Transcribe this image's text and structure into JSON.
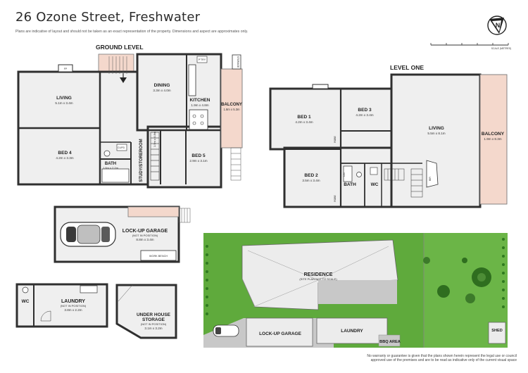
{
  "header": {
    "title": "26 Ozone Street, Freshwater",
    "disclaimer": "Plans are indicative of layout and should not be taken as an exact representation of the property. Dimensions and aspect are approximates only."
  },
  "compass": {
    "letter": "N"
  },
  "scale": {
    "label": "SCALE (METRES)"
  },
  "levels": {
    "ground": "GROUND LEVEL",
    "one": "LEVEL ONE"
  },
  "rooms": {
    "living": {
      "name": "LIVING",
      "dim": "5.1m x 3.4m"
    },
    "dining": {
      "name": "DINING",
      "dim": "3.3m x 4.0m"
    },
    "kitchen": {
      "name": "KITCHEN",
      "dim": "1.9m x 4.8m"
    },
    "balcony_ground": {
      "name": "BALCONY",
      "dim": "1.8m x 5.3m"
    },
    "bed4": {
      "name": "BED 4",
      "dim": "4.2m x 3.3m"
    },
    "bath_ground": {
      "name": "BATH",
      "dim": "1.6m x 2.2m"
    },
    "study": {
      "name": "STUDY/STOREROOM",
      "dim": "1.5m x 4.8m"
    },
    "bed5": {
      "name": "BED 5",
      "dim": "2.9m x 3.1m"
    },
    "bed1": {
      "name": "BED 1",
      "dim": "4.2m x 3.4m"
    },
    "bed3": {
      "name": "BED 3",
      "dim": "4.2m x 3.4m"
    },
    "living_one": {
      "name": "LIVING",
      "dim": "5.5m x 8.1m"
    },
    "balcony_one": {
      "name": "BALCONY",
      "dim": "1.9m x 8.3m"
    },
    "bed2": {
      "name": "BED 2",
      "dim": "3.5m x 3.4m"
    },
    "bath_one": {
      "name": "BATH"
    },
    "wc_one": {
      "name": "WC"
    },
    "garage": {
      "name": "LOCK-UP GARAGE",
      "note": "(NOT IN POSITION)",
      "dim": "8.8m x 3.4m"
    },
    "laundry": {
      "name": "LAUNDRY",
      "note": "(NOT IN POSITION)",
      "dim": "3.8m x 2.2m"
    },
    "wc_laundry": {
      "name": "WC"
    },
    "storage": {
      "name": "UNDER HOUSE",
      "name2": "STORAGE",
      "note": "(NOT IN POSITION)",
      "dim": "3.1m x 3.2m"
    }
  },
  "small_labels": {
    "fp": "FP",
    "storage_ground": "STORAGE",
    "pantry": "P'TRY",
    "linen": "LIN",
    "cupboard": "CUPD",
    "robe": "ROBE",
    "bir": "BIR",
    "work_bench": "WORK BENCH"
  },
  "site": {
    "residence": "RESIDENCE",
    "residence_note": "(SITE PLAN NOT TO SCALE)",
    "garage": "LOCK-UP GARAGE",
    "laundry": "LAUNDRY",
    "bbq": "BBQ AREA",
    "shed": "SHED"
  },
  "footer": "No warranty or guarantee is given that the plans shown herein represent the legal use or council approved use of the premises and are to be read as indicative only of the current visual space"
}
